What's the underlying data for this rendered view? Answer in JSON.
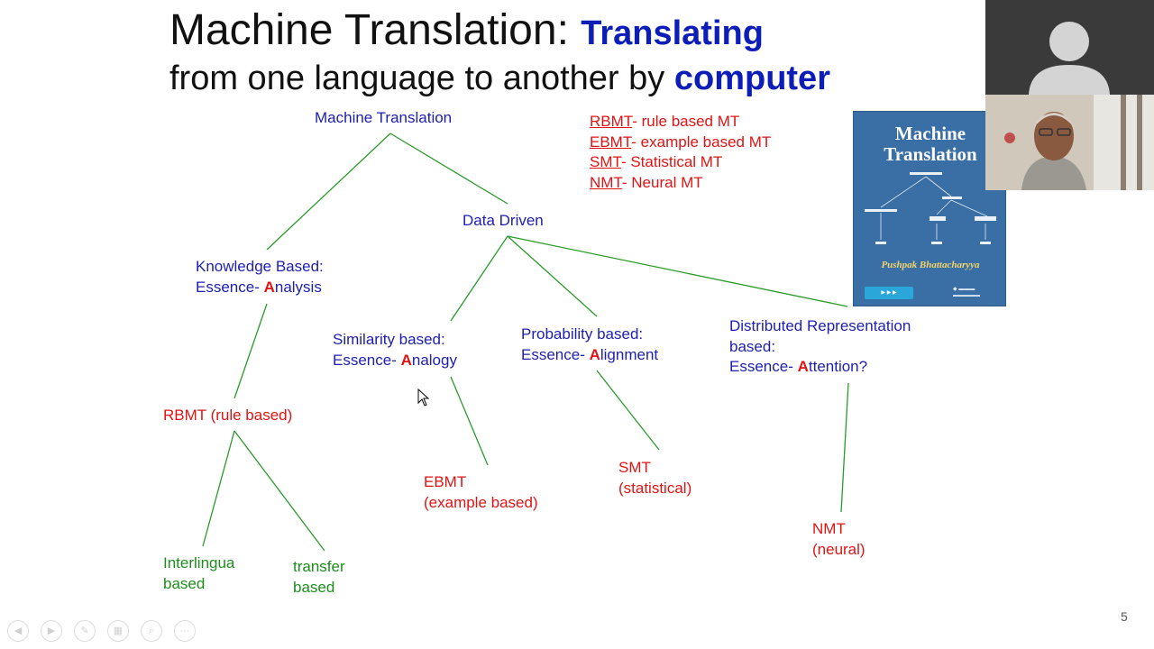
{
  "title": {
    "line1_prefix": "Machine Translation: ",
    "line1_highlight": "Translating",
    "line2_prefix": "from one language to another by ",
    "line2_highlight": "computer"
  },
  "tree": {
    "root": "Machine Translation",
    "data_driven": "Data Driven",
    "knowledge_line1": "Knowledge Based:",
    "knowledge_line2_prefix": "Essence- ",
    "knowledge_letter": "A",
    "knowledge_rest": "nalysis",
    "similarity_line1": "Similarity based:",
    "similarity_line2_prefix": "Essence- ",
    "similarity_letter": "A",
    "similarity_rest": "nalogy",
    "probability_line1": "Probability based:",
    "probability_line2_prefix": "Essence- ",
    "probability_letter": "A",
    "probability_rest": "lignment",
    "distributed_line1": "Distributed Representation",
    "distributed_line2": "based:",
    "distributed_line3_prefix": "Essence- ",
    "distributed_letter": "A",
    "distributed_rest": "ttention?",
    "rbmt": "RBMT (rule based)",
    "ebmt_line1": "EBMT",
    "ebmt_line2": "(example based)",
    "smt_line1": "SMT",
    "smt_line2": "(statistical)",
    "nmt_line1": "NMT",
    "nmt_line2": "(neural)",
    "interlingua_line1": "Interlingua",
    "interlingua_line2": "based",
    "transfer_line1": "transfer",
    "transfer_line2": "based"
  },
  "legend": [
    {
      "abbr": "RBMT",
      "desc": "- rule based MT"
    },
    {
      "abbr": "EBMT",
      "desc": "- example based MT"
    },
    {
      "abbr": "SMT",
      "desc": "- Statistical MT"
    },
    {
      "abbr": "NMT",
      "desc": "- Neural MT"
    }
  ],
  "book": {
    "title_line1": "Machine",
    "title_line2": "Translation",
    "author": "Pushpak Bhattacharyya"
  },
  "slide_number": "5",
  "colors": {
    "title_highlight": "#0c1db8",
    "node_blue": "#2020b0",
    "node_red": "#e01414",
    "node_green": "#1e8c1e",
    "edge_green": "#2a9a2a",
    "book_blue": "#3a6fa5"
  },
  "toolbar_icons": [
    "prev-icon",
    "next-icon",
    "pen-icon",
    "slides-icon",
    "zoom-icon",
    "more-icon"
  ]
}
